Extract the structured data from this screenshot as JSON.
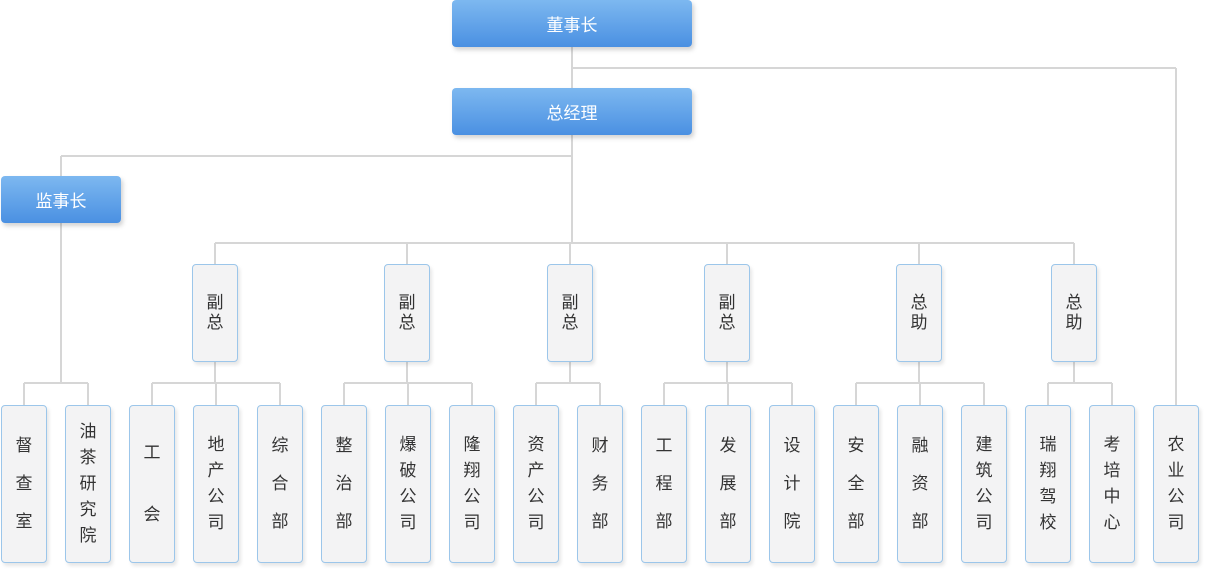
{
  "top_nodes": {
    "chairman": "董事长",
    "general_manager": "总经理",
    "supervisor": "监事长"
  },
  "managers": [
    "副总",
    "副总",
    "副总",
    "副总",
    "总助",
    "总助"
  ],
  "departments": [
    "督查室",
    "油茶研究院",
    "工会",
    "地产公司",
    "综合部",
    "整治部",
    "爆破公司",
    "隆翔公司",
    "资产公司",
    "财务部",
    "工程部",
    "发展部",
    "设计院",
    "安全部",
    "融资部",
    "建筑公司",
    "瑞翔驾校",
    "考培中心",
    "农业公司"
  ],
  "colors": {
    "accent": "#4a90e2",
    "line": "#d6d6d6",
    "box_border": "#9cc6ea",
    "box_fill": "#f3f3f4"
  }
}
